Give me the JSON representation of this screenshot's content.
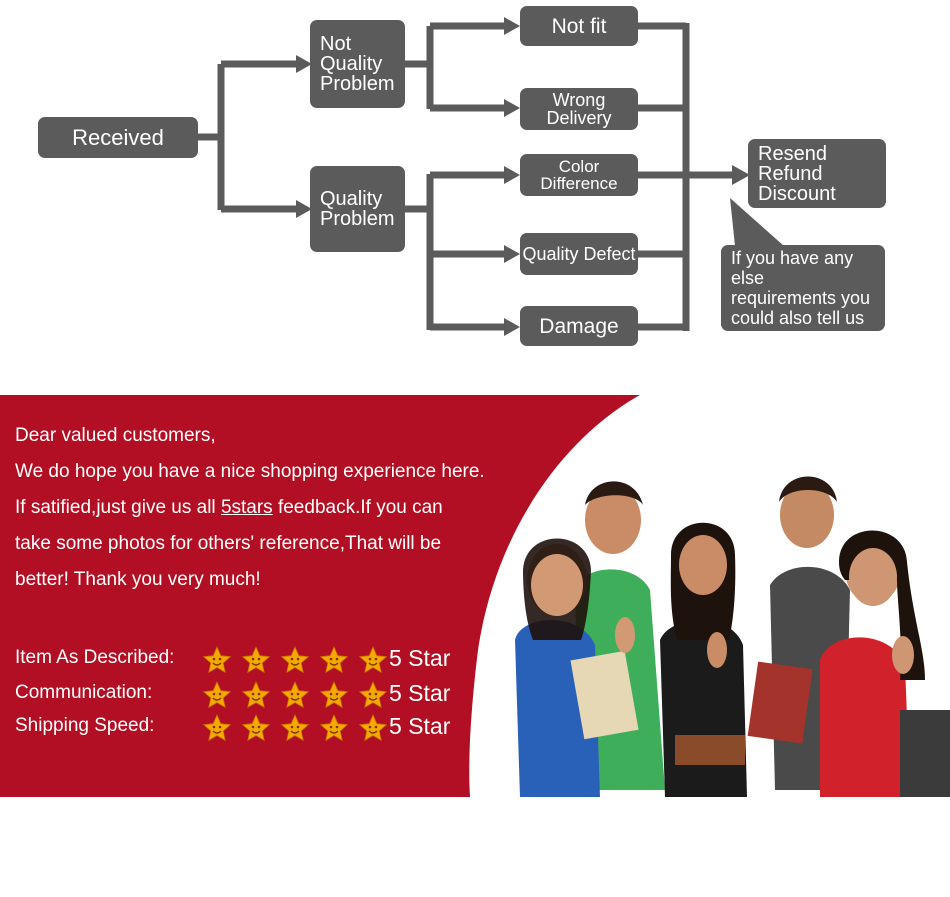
{
  "flowchart": {
    "received": "Received",
    "not_quality_problem": "Not\nQuality\nProblem",
    "quality_problem": "Quality\nProblem",
    "not_fit": "Not fit",
    "wrong_delivery": "Wrong Delivery",
    "color_difference": "Color Difference",
    "quality_defect": "Quality Defect",
    "damage": "Damage",
    "resolution": "Resend\nRefund\nDiscount",
    "note": "If you have any else\nrequirements you\ncould also tell us"
  },
  "banner": {
    "line1": "Dear valued customers,",
    "line2": "We do hope you have a nice shopping experience here.",
    "line3_pre": "If satified,just give us all ",
    "line3_link": "5stars",
    "line3_post": " feedback.If you can",
    "line4": "take some photos for others' reference,That will be",
    "line5": "better! Thank you very much!",
    "ratings": [
      {
        "label": "Item As Described:",
        "value": "5 Star"
      },
      {
        "label": "Communication:",
        "value": "5 Star"
      },
      {
        "label": "Shipping Speed:",
        "value": "5 Star"
      }
    ]
  },
  "colors": {
    "box": "#5b5b5b",
    "banner_red": "#b30f24",
    "star": "#f5a800"
  }
}
